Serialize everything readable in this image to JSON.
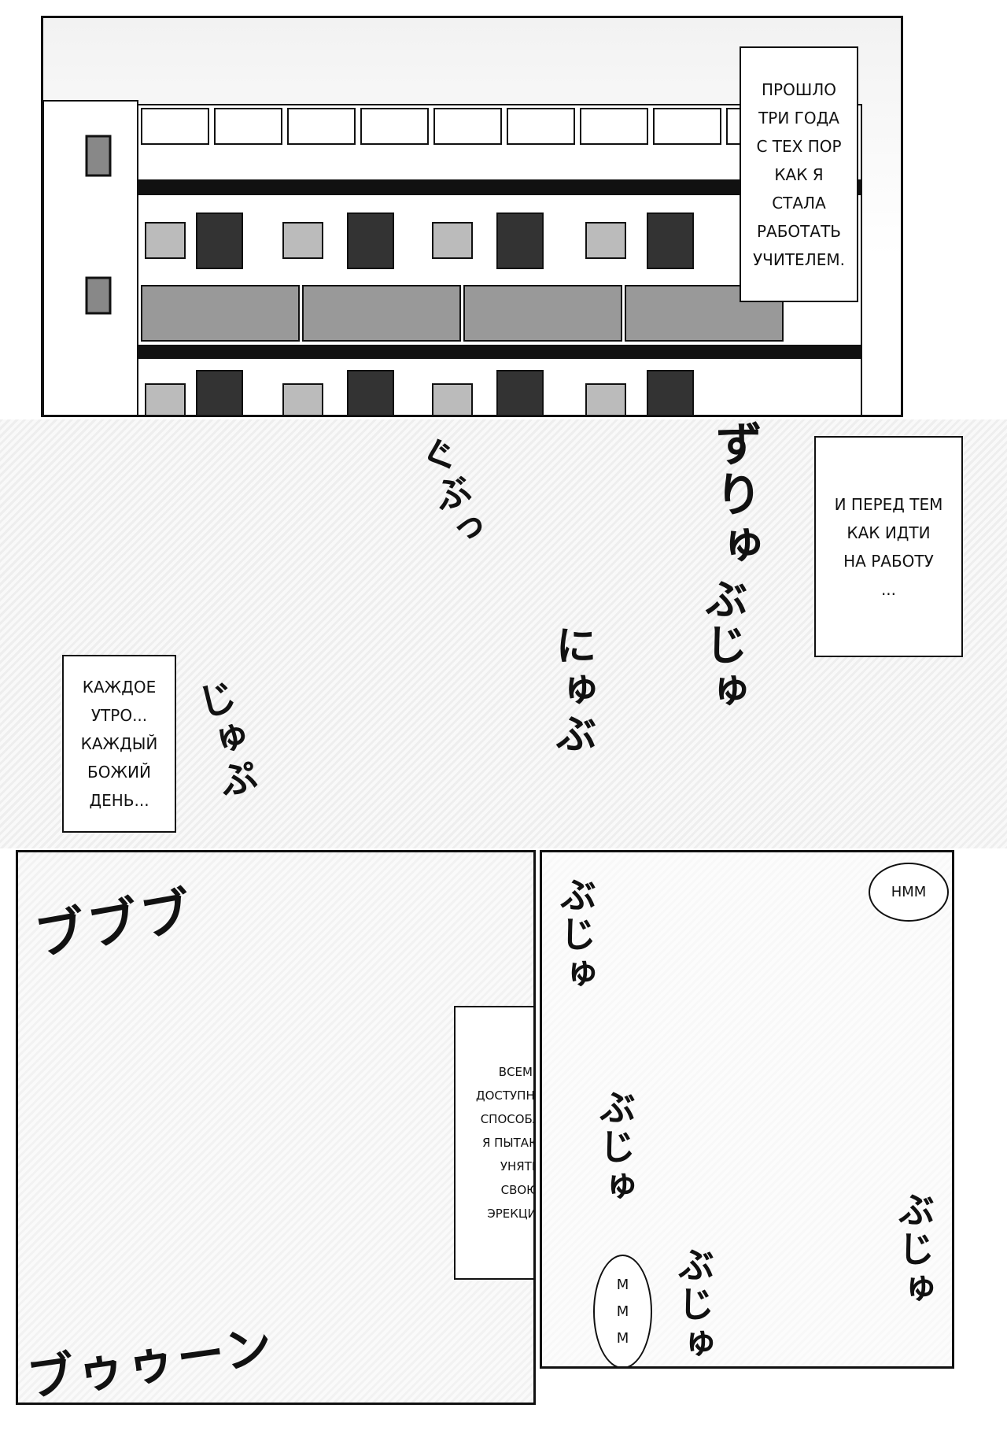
{
  "captions": {
    "panel1": "ПРОШЛО\nТРИ ГОДА\nС ТЕХ ПОР\nКАК Я\nСТАЛА\nРАБОТАТЬ\nУЧИТЕЛЕМ.",
    "panel2_right": "И ПЕРЕД ТЕМ\nКАК ИДТИ\nНА РАБОТУ\n...",
    "panel2_left": "КАЖДОЕ\nУТРО...\nКАЖДЫЙ\nБОЖИЙ\nДЕНЬ...",
    "panel3": "ВСЕМИ\nДОСТУПНЫМИ\nСПОСОБАМИ\nЯ ПЫТАЮСЬ\nУНЯТЬ\nСВОЮ\nЭРЕКЦИЮ."
  },
  "bubbles": {
    "hmm": "НММ",
    "mmm": "М\nМ\nМ"
  },
  "sfx": {
    "p2_a": "ぐぶっ",
    "p2_b": "ずりゅ",
    "p2_c": "ぶじゅ",
    "p2_d": "にゅぶ",
    "p2_e": "じゅぷ",
    "p3_a": "ブブブ",
    "p3_b": "ブゥゥーン",
    "p4_a": "ぶじゅ",
    "p4_b": "ぶじゅ",
    "p4_c": "ぶじゅ",
    "p4_d": "ぶじゅ"
  }
}
